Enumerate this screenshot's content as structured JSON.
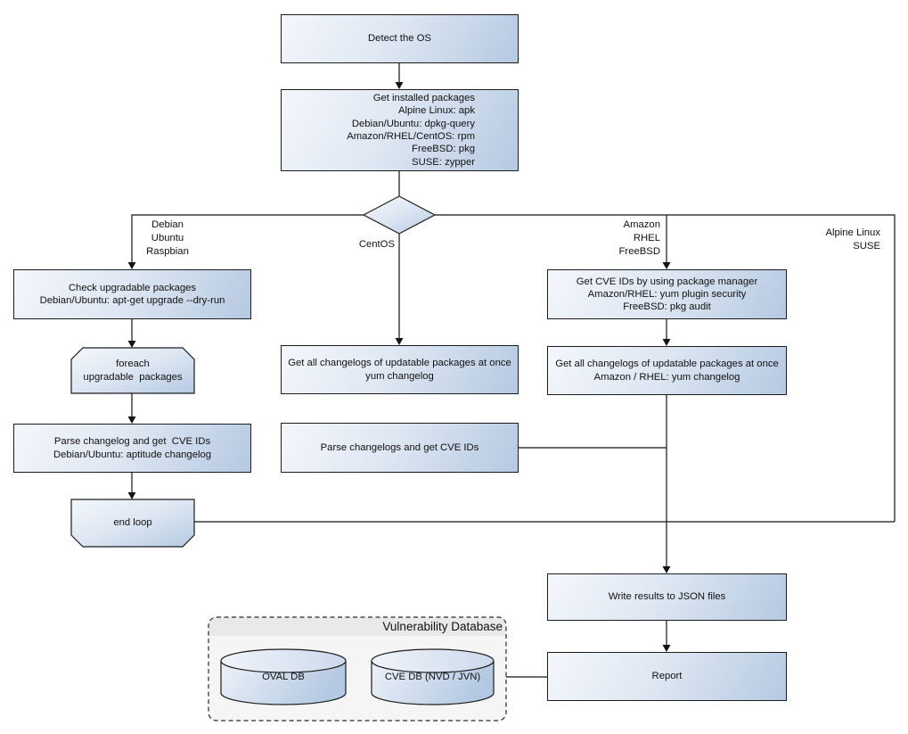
{
  "diagram": {
    "colors": {
      "node_gradient_start": "#f4f7fc",
      "node_gradient_end": "#b5c9e2",
      "border": "#1c1c1c",
      "group_body": "#f5f5f5",
      "group_header": "#e9e9e9",
      "line": "#141414"
    },
    "nodes": {
      "detect_os": {
        "label": "Detect the OS"
      },
      "get_installed_packages": {
        "label": "Get installed packages\nAlpine Linux: apk\nDebian/Ubuntu: dpkg-query\nAmazon/RHEL/CentOS: rpm\nFreeBSD: pkg\nSUSE: zypper"
      },
      "check_upgradable": {
        "label": "Check upgradable packages\nDebian/Ubuntu: apt-get upgrade --dry-run"
      },
      "foreach_loop": {
        "label": "foreach\nupgradable  packages"
      },
      "parse_changelog_debian": {
        "label": "Parse changelog and get  CVE IDs\nDebian/Ubuntu: aptitude changelog"
      },
      "end_loop": {
        "label": "end loop"
      },
      "get_changelogs_centos": {
        "label": "Get all changelogs of updatable packages at once\nyum changelog"
      },
      "parse_changelogs_centos": {
        "label": "Parse changelogs and get CVE IDs"
      },
      "get_cve_ids_package_manager": {
        "label": "Get CVE IDs by using package manager\nAmazon/RHEL: yum plugin security\nFreeBSD: pkg audit"
      },
      "get_changelogs_amazon": {
        "label": "Get all changelogs of updatable packages at once\nAmazon / RHEL: yum changelog"
      },
      "write_results": {
        "label": "Write results to JSON files"
      },
      "report": {
        "label": "Report"
      }
    },
    "edge_labels": {
      "debian_branch": "Debian\nUbuntu\nRaspbian",
      "centos_branch": "CentOS",
      "amazon_branch": "Amazon\nRHEL\nFreeBSD",
      "alpine_branch": "Alpine Linux\nSUSE"
    },
    "vulnerability_database": {
      "title": "Vulnerability Database",
      "oval_db": "OVAL DB",
      "cve_db": "CVE DB (NVD / JVN)"
    }
  }
}
